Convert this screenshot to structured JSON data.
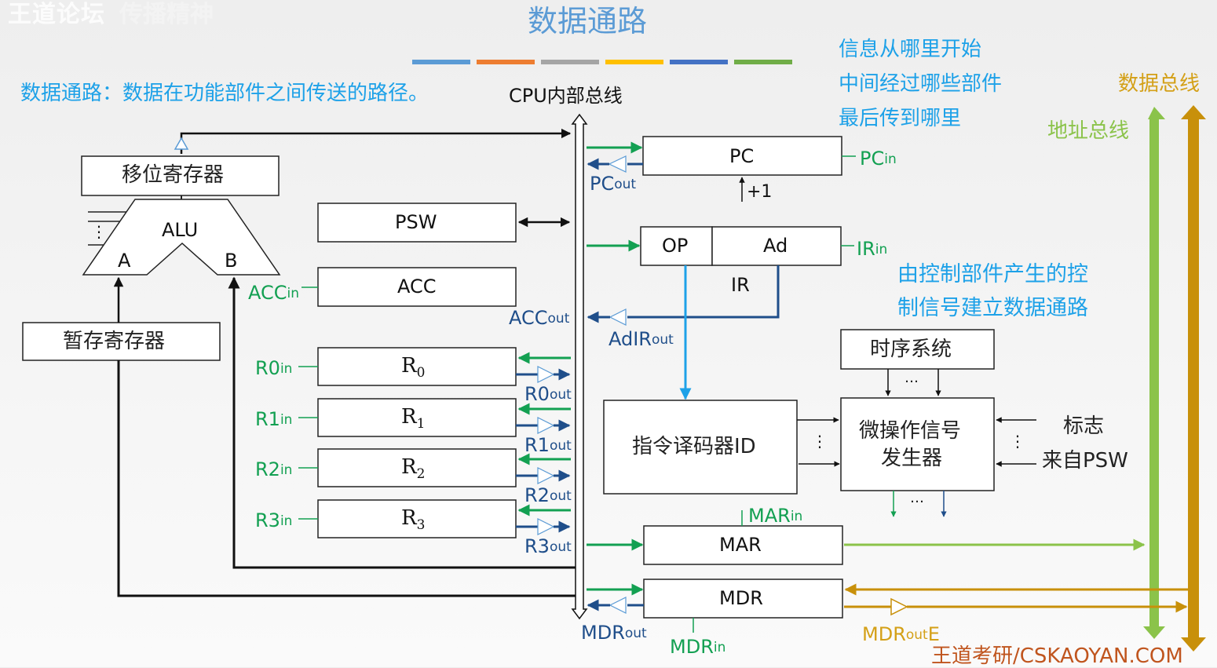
{
  "watermark": {
    "forum": "王道论坛",
    "faded": "传播精神"
  },
  "title": "数据通路",
  "title_stripes": [
    "#5b9bd5",
    "#ed7d31",
    "#a5a5a5",
    "#ffc000",
    "#4472c4",
    "#70ad47"
  ],
  "definition": "数据通路：数据在功能部件之间传送的路径。",
  "cpu_bus_label": "CPU内部总线",
  "questions": [
    "信息从哪里开始",
    "中间经过哪些部件",
    "最后传到哪里"
  ],
  "control_note": [
    "由控制部件产生的控",
    "制信号建立数据通路"
  ],
  "system_bus": {
    "data_bus": "数据总线",
    "address_bus": "地址总线"
  },
  "components": {
    "shift_register": "移位寄存器",
    "alu": "ALU",
    "alu_input_a": "A",
    "alu_input_b": "B",
    "temp_register": "暂存寄存器",
    "psw": "PSW",
    "acc": "ACC",
    "registers": [
      {
        "name": "R",
        "sub": "0",
        "in": "R0",
        "out": "R0"
      },
      {
        "name": "R",
        "sub": "1",
        "in": "R1",
        "out": "R1"
      },
      {
        "name": "R",
        "sub": "2",
        "in": "R2",
        "out": "R2"
      },
      {
        "name": "R",
        "sub": "3",
        "in": "R3",
        "out": "R3"
      }
    ],
    "pc": "PC",
    "pc_increment": "+1",
    "ir_op": "OP",
    "ir_ad": "Ad",
    "ir": "IR",
    "decoder": "指令译码器ID",
    "timing": "时序系统",
    "micro_gen_line1": "微操作信号",
    "micro_gen_line2": "发生器",
    "flags_line1": "标志",
    "flags_line2": "来自PSW",
    "mar": "MAR",
    "mdr": "MDR",
    "ellipsis": "…",
    "vdots": "⋮"
  },
  "signals": {
    "in_suffix": "in",
    "out_suffix": "out",
    "acc_in": "ACC",
    "acc_out": "ACC",
    "pc_in": "PC",
    "pc_out": "PC",
    "ir_in": "IR",
    "adir_out": "AdIR",
    "mar_in": "MAR",
    "mdr_in": "MDR",
    "mdr_out": "MDR",
    "mdr_out_e": "MDR",
    "mdr_out_e_suffix": "E"
  },
  "colors": {
    "in_signal": "#13a052",
    "out_signal": "#1f4e8a",
    "decoder_link": "#1da1e8",
    "address_bus": "#8bc34a",
    "data_bus": "#c8900a"
  },
  "footer": "王道考研/CSKAOYAN.COM"
}
